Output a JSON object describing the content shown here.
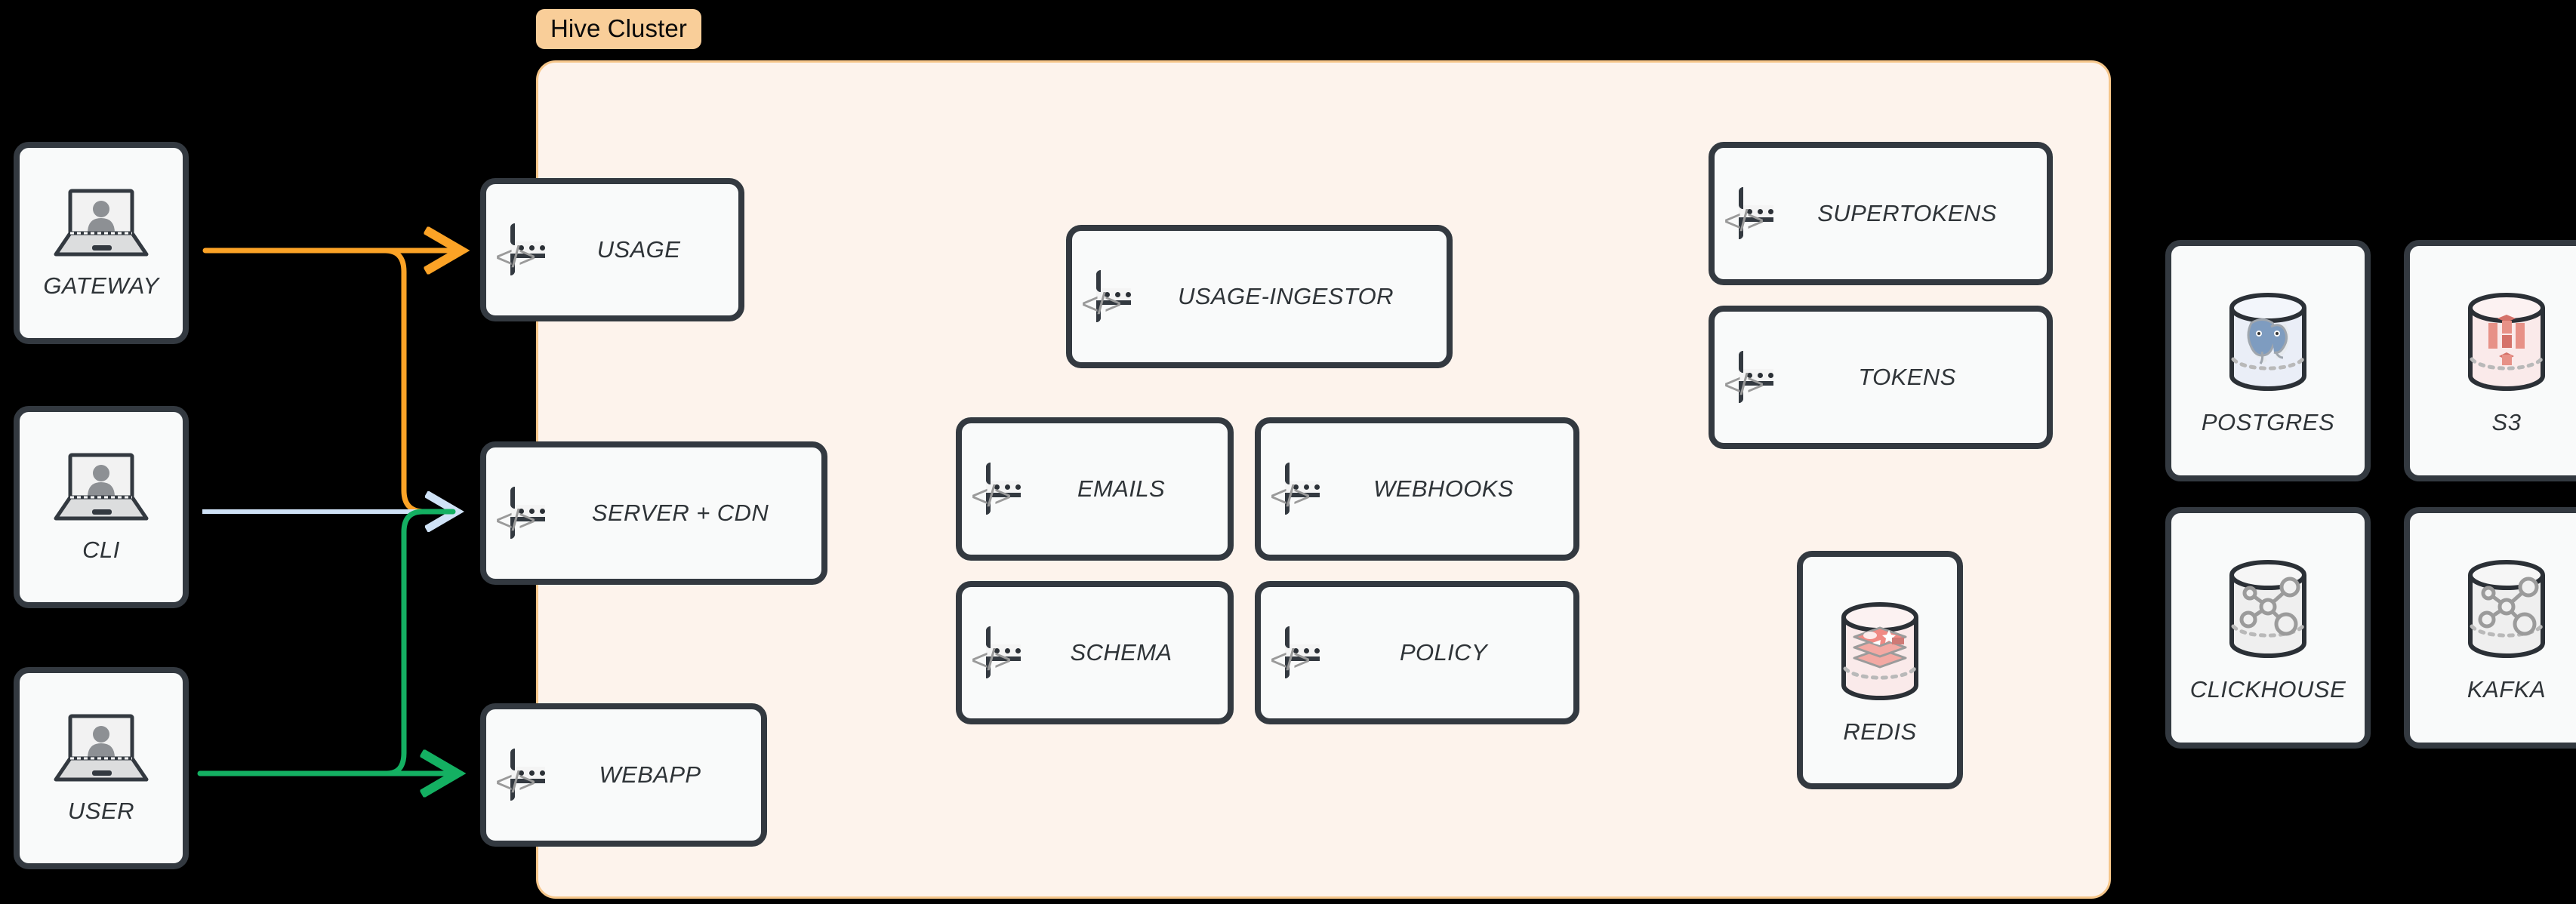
{
  "cluster": {
    "tag": "Hive Cluster",
    "bg": "#FDF3EC",
    "border": "#F6C68A",
    "tag_bg": "#F9CE99"
  },
  "clients": [
    {
      "label": "GATEWAY",
      "icon": "laptop-user-icon"
    },
    {
      "label": "CLI",
      "icon": "laptop-user-icon"
    },
    {
      "label": "USER",
      "icon": "laptop-user-icon"
    }
  ],
  "edge_services": [
    {
      "label": "USAGE",
      "icon": "code-window-icon"
    },
    {
      "label": "SERVER + CDN",
      "icon": "code-window-icon"
    },
    {
      "label": "WEBAPP",
      "icon": "code-window-icon"
    }
  ],
  "cluster_services": [
    {
      "label": "USAGE-INGESTOR",
      "icon": "code-window-icon"
    },
    {
      "label": "EMAILS",
      "icon": "code-window-icon"
    },
    {
      "label": "WEBHOOKS",
      "icon": "code-window-icon"
    },
    {
      "label": "SCHEMA",
      "icon": "code-window-icon"
    },
    {
      "label": "POLICY",
      "icon": "code-window-icon"
    },
    {
      "label": "SUPERTOKENS",
      "icon": "code-window-icon"
    },
    {
      "label": "TOKENS",
      "icon": "code-window-icon"
    }
  ],
  "cluster_datastores": [
    {
      "label": "REDIS",
      "icon": "redis-database-icon",
      "cylinder_fill": "#FAEAEA"
    }
  ],
  "external_datastores": [
    {
      "label": "POSTGRES",
      "icon": "postgres-database-icon",
      "cylinder_fill": "#EAEEF7"
    },
    {
      "label": "S3",
      "icon": "s3-database-icon",
      "cylinder_fill": "#FAEAEA"
    },
    {
      "label": "CLICKHOUSE",
      "icon": "clickhouse-database-icon",
      "cylinder_fill": "#EFEFEF"
    },
    {
      "label": "KAFKA",
      "icon": "kafka-database-icon",
      "cylinder_fill": "#EFEFEF"
    }
  ],
  "connections": [
    {
      "from": "GATEWAY",
      "to": "USAGE",
      "color": "#FCA326"
    },
    {
      "from": "GATEWAY",
      "to": "SERVER + CDN",
      "color": "#FCA326"
    },
    {
      "from": "CLI",
      "to": "SERVER + CDN",
      "color": "#CFE2F6"
    },
    {
      "from": "USER",
      "to": "SERVER + CDN",
      "color": "#14B062"
    },
    {
      "from": "USER",
      "to": "WEBAPP",
      "color": "#14B062"
    }
  ],
  "colors": {
    "background": "#000000",
    "node_fill": "#F9FAFA",
    "node_border": "#333940",
    "label_text": "#2f3438",
    "arrow_orange": "#FCA326",
    "arrow_blue": "#CFE2F6",
    "arrow_green": "#14B062"
  }
}
